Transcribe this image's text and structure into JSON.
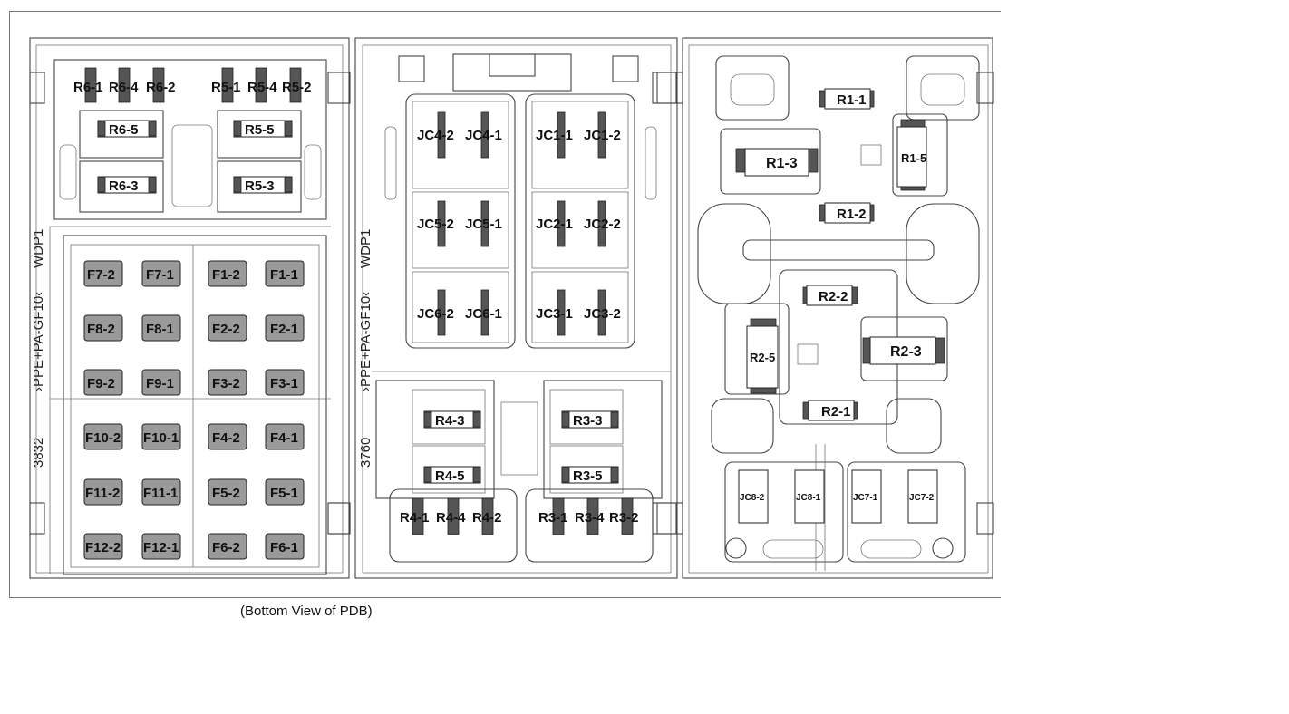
{
  "caption": "(Bottom View of PDB)",
  "side_text": {
    "left_code": "3832",
    "left_material": "›PPE+PA-GF10‹",
    "left_code2": "WDP1",
    "mid_code": "3760",
    "mid_material": "›PPE+PA-GF10‹",
    "mid_code2": "WDP1"
  },
  "left_panel": {
    "relays_top": [
      "R6-1",
      "R6-4",
      "R6-2",
      "R5-1",
      "R5-4",
      "R5-2"
    ],
    "relays_mid": [
      "R6-5",
      "R5-5",
      "R6-3",
      "R5-3"
    ],
    "fuses": [
      [
        "F7-2",
        "F7-1",
        "F1-2",
        "F1-1"
      ],
      [
        "F8-2",
        "F8-1",
        "F2-2",
        "F2-1"
      ],
      [
        "F9-2",
        "F9-1",
        "F3-2",
        "F3-1"
      ],
      [
        "F10-2",
        "F10-1",
        "F4-2",
        "F4-1"
      ],
      [
        "F11-2",
        "F11-1",
        "F5-2",
        "F5-1"
      ],
      [
        "F12-2",
        "F12-1",
        "F6-2",
        "F6-1"
      ]
    ]
  },
  "middle_panel": {
    "junctions": [
      [
        "JC4-2",
        "JC4-1",
        "JC1-1",
        "JC1-2"
      ],
      [
        "JC5-2",
        "JC5-1",
        "JC2-1",
        "JC2-2"
      ],
      [
        "JC6-2",
        "JC6-1",
        "JC3-1",
        "JC3-2"
      ]
    ],
    "relays_mid": [
      "R4-3",
      "R3-3",
      "R4-5",
      "R3-5"
    ],
    "relays_bottom": [
      "R4-1",
      "R4-4",
      "R4-2",
      "R3-1",
      "R3-4",
      "R3-2"
    ]
  },
  "right_panel": {
    "relays": [
      "R1-1",
      "R1-3",
      "R1-5",
      "R1-2",
      "R2-2",
      "R2-5",
      "R2-3",
      "R2-1"
    ],
    "junctions": [
      "JC8-2",
      "JC8-1",
      "JC7-1",
      "JC7-2"
    ]
  }
}
